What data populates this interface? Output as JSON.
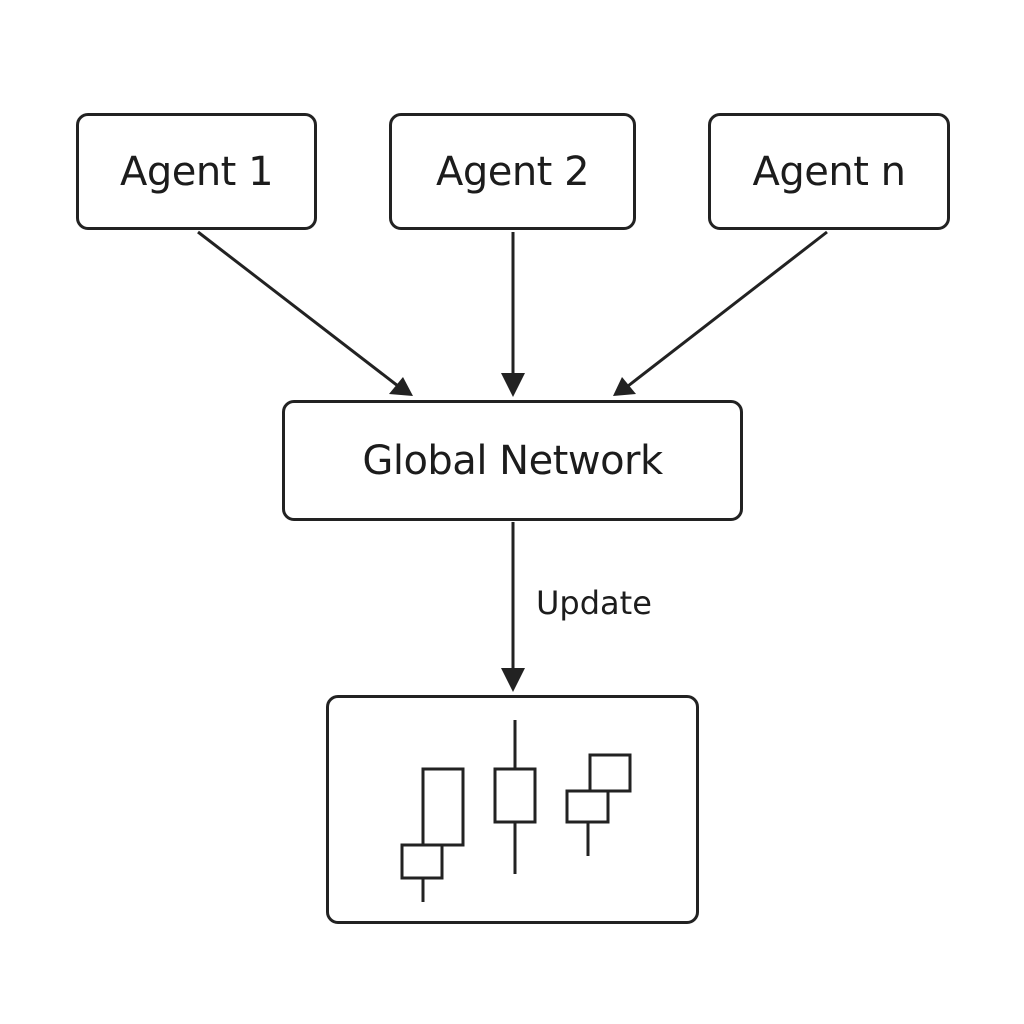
{
  "nodes": {
    "agent_1": "Agent 1",
    "agent_2": "Agent 2",
    "agent_n": "Agent n",
    "global_network": "Global Network"
  },
  "edges": {
    "update_label": "Update"
  },
  "output_box": {
    "icon": "candlestick-chart-icon"
  }
}
